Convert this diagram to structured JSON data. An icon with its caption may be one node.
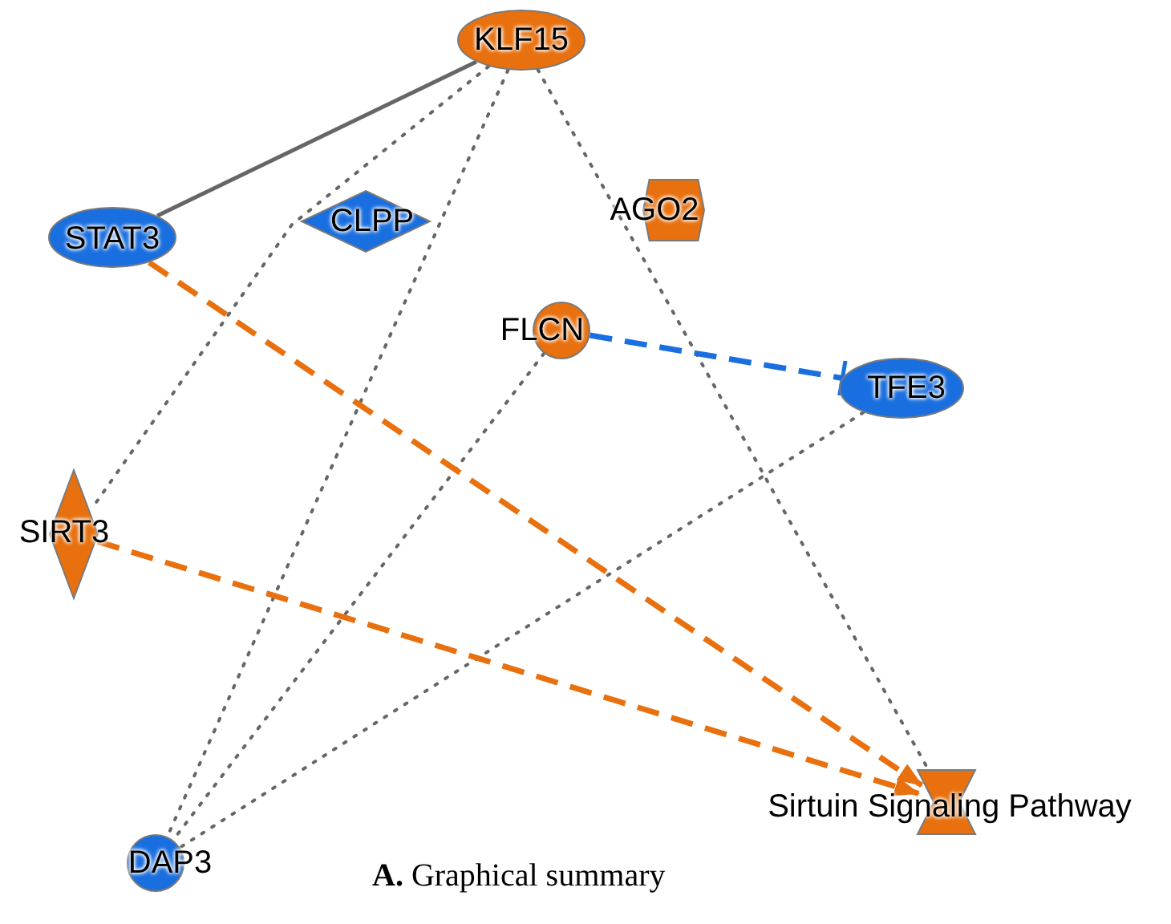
{
  "diagram": {
    "caption": "**A.** Graphical summary",
    "nodes": [
      {
        "text": [
          "KLF15"
        ]
      },
      {
        "text": [
          "STAT3"
        ]
      },
      {
        "text": [
          "CLPP"
        ]
      },
      {
        "text": [
          "AGO2"
        ]
      },
      {
        "text": [
          "FLCN"
        ]
      },
      {
        "text": [
          "TFE3"
        ]
      },
      {
        "text": [
          "SIRT3"
        ]
      },
      {
        "text": [
          "Sirtuin Signaling Pathway"
        ]
      },
      {
        "text": [
          "DAP3"
        ]
      }
    ],
    "edges": [
      {
        "from": 0,
        "to": 1,
        "arrow": "none"
      },
      {
        "from": 0,
        "to": 6,
        "arrow": "none",
        "style": "dashed"
      },
      {
        "from": 0,
        "to": 8,
        "arrow": "none",
        "style": "dashed"
      },
      {
        "from": 0,
        "to": 7,
        "arrow": "none",
        "style": "dashed"
      },
      {
        "from": 4,
        "to": 8,
        "arrow": "none",
        "style": "dashed"
      },
      {
        "from": 5,
        "to": 8,
        "arrow": "none",
        "style": "dashed"
      },
      {
        "from": 4,
        "to": 5,
        "arrow": "other",
        "style": "dashed",
        "color": "#1a6fe0"
      },
      {
        "from": 1,
        "to": 7,
        "arrow": "to",
        "style": "dashed",
        "color": "#e8700e"
      },
      {
        "from": 6,
        "to": 7,
        "arrow": "to",
        "style": "dashed",
        "color": "#e8700e"
      }
    ]
  }
}
